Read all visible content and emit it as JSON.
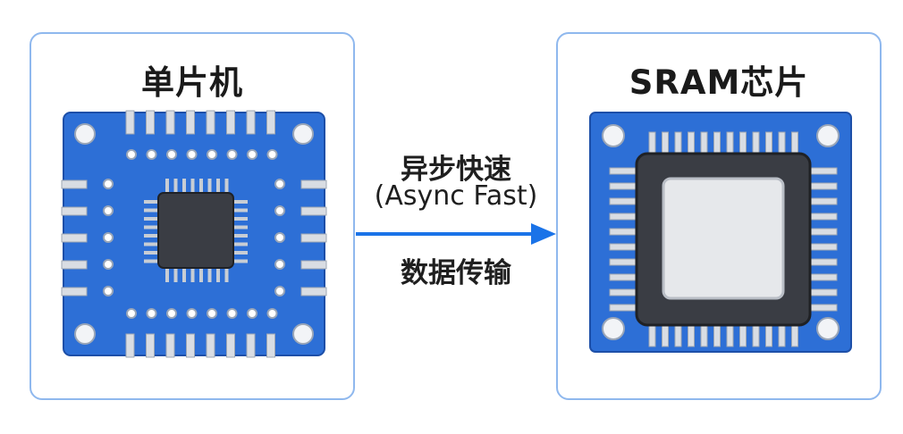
{
  "left_panel": {
    "title": "单片机"
  },
  "right_panel": {
    "title": "SRAM芯片"
  },
  "connection": {
    "label_line1": "异步快速",
    "label_line2": "(Async Fast)",
    "label_line3": "数据传输",
    "arrow_color": "#1a73e8"
  },
  "colors": {
    "board_blue": "#2d6fd6",
    "board_border": "#1d4fa8",
    "chip_dark": "#3a3d44",
    "pad_silver": "#d9dde3",
    "card_border": "#8fb8ee"
  },
  "icons": {
    "mcu": "microcontroller-chip-icon",
    "sram": "sram-chip-icon",
    "arrow": "arrow-right-icon"
  }
}
